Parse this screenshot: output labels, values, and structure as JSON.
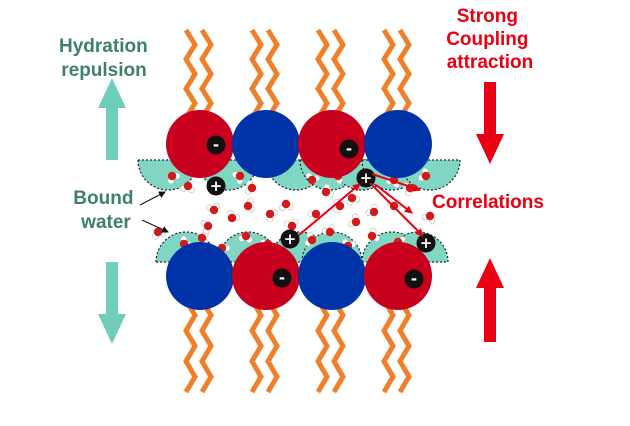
{
  "labels": {
    "hydration": [
      "Hydration",
      "repulsion"
    ],
    "strong": [
      "Strong",
      "Coupling",
      "attraction"
    ],
    "bound": [
      "Bound",
      "water"
    ],
    "correlations": "Correlations"
  },
  "ion_signs": {
    "negative": "-",
    "positive": "+"
  },
  "colors": {
    "green_text": "#3f7f70",
    "green_arrow": "#6fcdb9",
    "red": "#e60012",
    "red_head": "#c8001e",
    "blue_head": "#0033a8",
    "tail": "#f07f2a",
    "water_shell": "#7fd6c3",
    "oxygen": "#d31a1a",
    "hydrogen": "#ffffff",
    "ion": "#111111"
  },
  "icons": [
    "up-arrow-icon",
    "down-arrow-icon",
    "plus-ion-icon",
    "minus-ion-icon",
    "water-molecule-icon"
  ]
}
